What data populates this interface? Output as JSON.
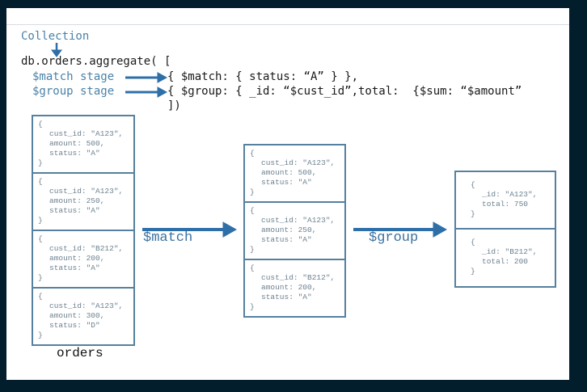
{
  "header": {
    "collection_label": "Collection",
    "line1": "db.orders.aggregate( [",
    "match_stage_label": "$match stage",
    "match_code": "{ $match: { status: “A” } },",
    "group_stage_label": "$group stage",
    "group_code": "{ $group: { _id: “$cust_id”,total:  {$sum: “$amount”",
    "closing": "])"
  },
  "orders": {
    "label": "orders",
    "docs": [
      {
        "open": "{",
        "l1": "cust_id: \"A123\",",
        "l2": "amount: 500,",
        "l3": "status: \"A\"",
        "close": "}"
      },
      {
        "open": "{",
        "l1": "cust_id: \"A123\",",
        "l2": "amount: 250,",
        "l3": "status: \"A\"",
        "close": "}"
      },
      {
        "open": "{",
        "l1": "cust_id: \"B212\",",
        "l2": "amount: 200,",
        "l3": "status: \"A\"",
        "close": "}"
      },
      {
        "open": "{",
        "l1": "cust_id: \"A123\",",
        "l2": "amount: 300,",
        "l3": "status: \"D\"",
        "close": "}"
      }
    ]
  },
  "match_arrow_label": "$match",
  "matched": {
    "docs": [
      {
        "open": "{",
        "l1": "cust_id: \"A123\",",
        "l2": "amount: 500,",
        "l3": "status: \"A\"",
        "close": "}"
      },
      {
        "open": "{",
        "l1": "cust_id: \"A123\",",
        "l2": "amount: 250,",
        "l3": "status: \"A\"",
        "close": "}"
      },
      {
        "open": "{",
        "l1": "cust_id: \"B212\",",
        "l2": "amount: 200,",
        "l3": "status: \"A\"",
        "close": "}"
      }
    ]
  },
  "group_arrow_label": "$group",
  "grouped": {
    "docs": [
      {
        "open": "{",
        "l1": "_id: \"A123\",",
        "l2": "total: 750",
        "close": "}"
      },
      {
        "open": "{",
        "l1": "_id: \"B212\",",
        "l2": "total: 200",
        "close": "}"
      }
    ]
  },
  "colors": {
    "background": "#021d2c",
    "arrow": "#2e6fa8",
    "box_border": "#55809f",
    "label": "#4a82a8"
  }
}
